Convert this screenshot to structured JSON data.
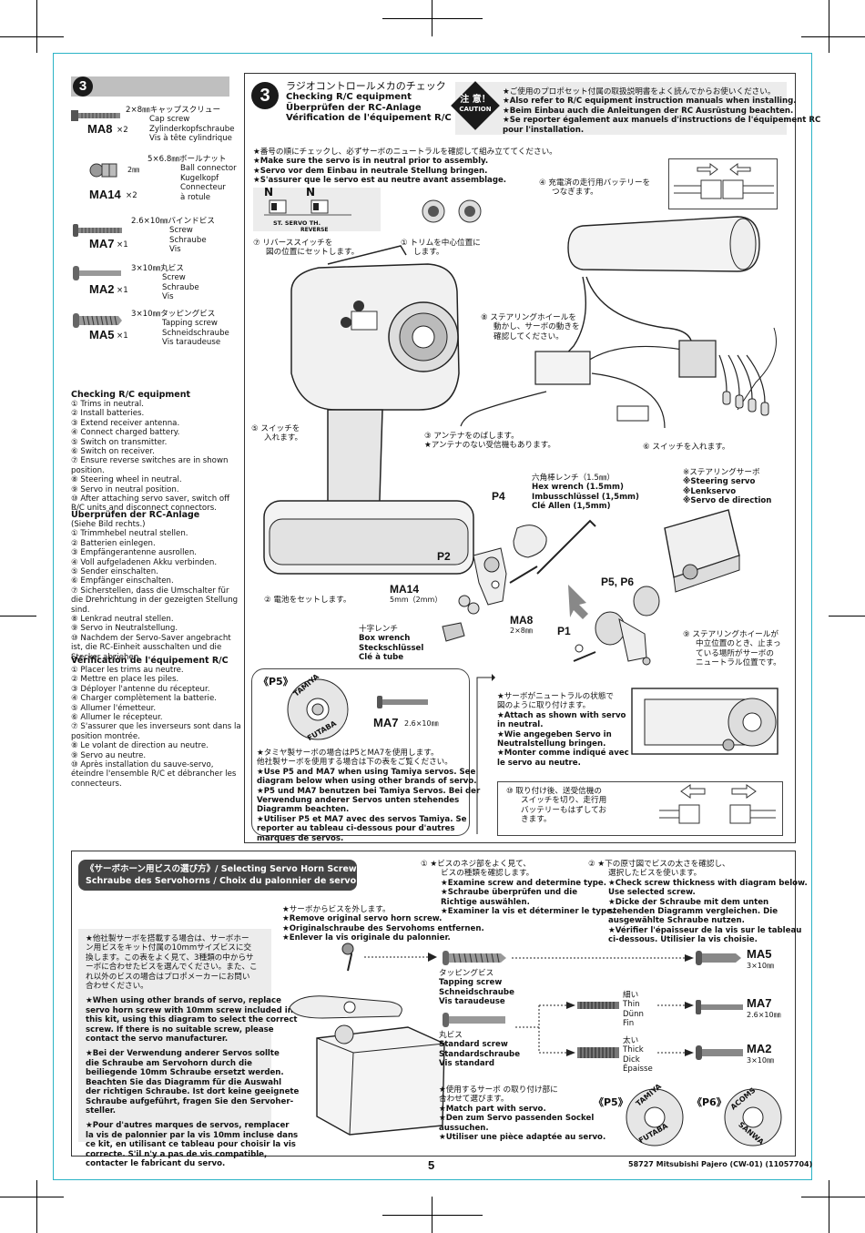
{
  "page_number": "5",
  "footer": "58727  Mitsubishi Pajero (CW-01) (11057704)",
  "step": {
    "number": "3"
  },
  "parts": [
    {
      "code": "MA8",
      "qty": "×2",
      "lines": [
        "2×8㎜キャップスクリュー",
        "Cap screw",
        "Zylinderkopfschraube",
        "Vis à tête cylindrique"
      ]
    },
    {
      "code": "MA14",
      "qty": "×2",
      "size": "2㎜",
      "lines": [
        "5×6.8㎜ボールナット",
        "Ball connector",
        "Kugelkopf",
        "Connecteur",
        "à rotule"
      ]
    },
    {
      "code": "MA7",
      "qty": "×1",
      "lines": [
        "2.6×10㎜バインドビス",
        "Screw",
        "Schraube",
        "Vis"
      ]
    },
    {
      "code": "MA2",
      "qty": "×1",
      "lines": [
        "3×10㎜丸ビス",
        "Screw",
        "Schraube",
        "Vis"
      ]
    },
    {
      "code": "MA5",
      "qty": "×1",
      "lines": [
        "3×10㎜タッピングビス",
        "Tapping screw",
        "Schneidschraube",
        "Vis taraudeuse"
      ]
    }
  ],
  "checklists": [
    {
      "title": "Checking R/C equipment",
      "items": [
        "① Trims in neutral.",
        "② Install batteries.",
        "③ Extend receiver antenna.",
        "④ Connect charged battery.",
        "⑤ Switch on transmitter.",
        "⑥ Switch on receiver.",
        "⑦ Ensure reverse switches are in shown",
        "position.",
        "⑧ Steering wheel in neutral.",
        "⑨ Servo in neutral position.",
        "⑩ After attaching servo saver, switch off",
        "R/C units and disconnect connectors."
      ]
    },
    {
      "title": "Überprüfen der RC-Anlage",
      "items": [
        "(Siehe Bild rechts.)",
        "① Trimmhebel neutral stellen.",
        "② Batterien einlegen.",
        "③ Empfängerantenne ausrollen.",
        "④ Voll aufgeladenen Akku verbinden.",
        "⑤ Sender einschalten.",
        "⑥ Empfänger einschalten.",
        "⑦ Sicherstellen, dass die Umschalter für",
        "die Drehrichtung in der gezeigten Stellung",
        "sind.",
        "⑧ Lenkrad neutral stellen.",
        "⑨ Servo in Neutralstellung.",
        "⑩ Nachdem der Servo-Saver angebracht",
        "ist, die RC-Einheit ausschalten und die",
        "Stecker abziehen."
      ]
    },
    {
      "title": "Vérification de l'équipement R/C",
      "items": [
        "① Placer les trims au neutre.",
        "② Mettre en place les piles.",
        "③ Déployer l'antenne du récepteur.",
        "④ Charger complètement la batterie.",
        "⑤ Allumer l'émetteur.",
        "⑥ Allumer le récepteur.",
        "⑦ S'assurer que les inverseurs sont dans la",
        "position montrée.",
        "⑧ Le volant de direction au neutre.",
        "⑨ Servo au neutre.",
        "⑩ Après installation du sauve-servo,",
        "éteindre l'ensemble R/C et débrancher les",
        "connecteurs."
      ]
    }
  ],
  "main_title": {
    "jp": "ラジオコントロールメカのチェック",
    "en": "Checking R/C equipment",
    "de": "Überprüfen der RC-Anlage",
    "fr": "Vérification de l'équipement R/C"
  },
  "caution": {
    "jp": "注 意！",
    "en": "CAUTION",
    "lines": [
      "★ご使用のプロポセット付属の取扱説明書をよく読んでからお使いください。",
      "★Also refer to R/C equipment instruction manuals when installing.",
      "★Beim Einbau auch die Anleitungen der RC Ausrüstung beachten.",
      "★Se reporter également aux manuels d'instructions de l'équipement RC",
      "pour l'installation."
    ]
  },
  "neutral_note": [
    "★番号の順にチェックし、必ずサーボのニュートラルを確認して組み立ててください。",
    "★Make sure the servo is in neutral prior to assembly.",
    "★Servo vor dem Einbau in neutrale Stellung bringen.",
    "★S'assurer que le servo est au neutre avant assemblage."
  ],
  "reverse_switch": {
    "n1": "N",
    "n2": "N",
    "labels": "ST.   SERVO   TH.",
    "sub": "REVERSE"
  },
  "callouts": {
    "c1": [
      "① トリムを中心位置に",
      "します。"
    ],
    "c2": [
      "② 電池をセットします。"
    ],
    "c3": [
      "③ アンテナをのばします。",
      "★アンテナのない受信機もあります。"
    ],
    "c4": [
      "④ 充電済の走行用バッテリーを",
      "つなぎます。"
    ],
    "c5": [
      "⑤ スイッチを",
      "入れます。"
    ],
    "c6": [
      "⑥ スイッチを入れます。"
    ],
    "c7": [
      "⑦ リバーススイッチを",
      "図の位置にセットします。"
    ],
    "c8": [
      "⑧ ステアリングホイールを",
      "動かし、サーボの動きを",
      "確認してください。"
    ],
    "c9": [
      "⑨ ステアリングホイールが",
      "中立位置のとき、止まっ",
      "ている場所がサーボの",
      "ニュートラル位置です。"
    ]
  },
  "hex_wrench": [
    "六角棒レンチ（1.5㎜）",
    "Hex wrench (1.5mm)",
    "Imbusschlüssel (1,5mm)",
    "Clé Allen (1,5mm)"
  ],
  "steering_servo": [
    "※ステアリングサーボ",
    "※Steering servo",
    "※Lenkservo",
    "※Servo de direction"
  ],
  "box_wrench": [
    "十字レンチ",
    "Box wrench",
    "Steckschlüssel",
    "Clé à tube"
  ],
  "diagram_labels": {
    "p4": "P4",
    "p2": "P2",
    "p1": "P1",
    "p56": "P5, P6",
    "ma14": "MA14",
    "ma14_size": "5mm（2mm）",
    "ma8": "MA8",
    "ma8_size": "2×8㎜"
  },
  "p5_box": {
    "title": "《P5》",
    "tamiya": "TAMIYA",
    "futaba": "FUTABA",
    "ma7": "MA7",
    "ma7_size": "2.6×10㎜",
    "lines": [
      "★タミヤ製サーボの場合はP5とMA7を使用します。",
      "他社製サーボを使用する場合は下の表をご覧ください。",
      "★Use P5 and MA7 when using Tamiya servos. See",
      "diagram below when using other brands of servo.",
      "★P5 und MA7 benutzen bei Tamiya Servos. Bei der",
      "Verwendung anderer Servos unten stehendes",
      "Diagramm beachten.",
      "★Utiliser P5 et MA7 avec des servos Tamiya. Se",
      "reporter au tableau ci-dessous pour d'autres",
      "marques de servos."
    ]
  },
  "attach_note": [
    "★サーボがニュートラルの状態で",
    "図のように取り付けます。",
    "★Attach as shown with servo",
    "in neutral.",
    "★Wie angegeben Servo in",
    "Neutralstellung bringen.",
    "★Monter comme indiqué avec",
    "le servo au neutre."
  ],
  "step10": [
    "⑩ 取り付け後、送受信機の",
    "スイッチを切り、走行用",
    "バッテリーもはずしてお",
    "きます。"
  ],
  "lower": {
    "banner": [
      "《サーボホーン用ビスの選び方》/ Selecting Servo Horn Screw",
      "Schraube des Servohorns  /  Choix du palonnier de servo"
    ],
    "left_text": [
      "★他社製サーボを搭載する場合は、サーボホー",
      "ン用ビスをキット付属の10mmサイズビスに交",
      "換します。この表をよく見て、3種類の中からサ",
      "ーボに合わせたビスを選んでください。また、こ",
      "れ以外のビスの場合はプロポメーカーにお問い",
      "合わせください。",
      "",
      "★When using other brands of servo, replace",
      "servo horn screw with 10mm screw included in",
      "this kit, using this diagram to select the correct",
      "screw. If there is no suitable screw, please",
      "contact the servo manufacturer.",
      "",
      "★Bei der Verwendung anderer Servos sollte",
      "die Schraube am Servohorn durch die",
      "beiliegende 10mm Schraube ersetzt werden.",
      "Beachten Sie das Diagramm für die Auswahl",
      "der richtigen Schraube. Ist dort keine geeignete",
      "Schraube aufgeführt, fragen Sie den Servoher-",
      "steller.",
      "",
      "★Pour d'autres marques de servos, remplacer",
      "la vis de palonnier par la vis 10mm incluse dans",
      "ce kit, en utilisant ce tableau pour choisir la vis",
      "correcte. S'il n'y a pas de vis compatible,",
      "contacter le fabricant du servo."
    ],
    "remove": [
      "★サーボからビスを外します。",
      "★Remove original servo horn screw.",
      "★Originalschraube des Servohoms entfernen.",
      "★Enlever la vis originale du palonnier."
    ],
    "step1": [
      "① ★ビスのネジ部をよく見て、",
      "ビスの種類を確認します。",
      "★Examine screw and determine type.",
      "★Schraube überprüfen und die",
      "Richtige auswählen.",
      "★Examiner la vis et déterminer le type."
    ],
    "step2": [
      "② ★下の原寸図でビスの太さを確認し、",
      "選択したビスを使います。",
      "★Check screw thickness with diagram below.",
      "Use selected screw.",
      "★Dicke der Schraube mit dem unten",
      "stehenden Diagramm vergleichen. Die",
      "ausgewählte Schraube nutzen.",
      "★Vérifier l'épaisseur de la vis sur le tableau",
      "ci-dessous. Utilisier la vis choisie."
    ],
    "tapping": [
      "タッピングビス",
      "Tapping screw",
      "Schneidschraube",
      "Vis taraudeuse"
    ],
    "standard": [
      "丸ビス",
      "Standard screw",
      "Standardschraube",
      "Vis standard"
    ],
    "thin": [
      "細い",
      "Thin",
      "Dünn",
      "Fin"
    ],
    "thick": [
      "太い",
      "Thick",
      "Dick",
      "Épaisse"
    ],
    "results": [
      {
        "code": "MA5",
        "size": "3×10㎜"
      },
      {
        "code": "MA7",
        "size": "2.6×10㎜"
      },
      {
        "code": "MA2",
        "size": "3×10㎜"
      }
    ],
    "match": [
      "★使用するサーボ の取り付け部に",
      "合わせて選びます。",
      "★Match part with servo.",
      "★Den zum Servo passenden Sockel",
      "aussuchen.",
      "★Utiliser une pièce adaptée au servo."
    ],
    "p5": "《P5》",
    "p6": "《P6》",
    "tamiya": "TAMIYA",
    "futaba": "FUTABA",
    "acoms": "ACOMS",
    "sanwa": "SANWA"
  },
  "colors": {
    "frame": "#2bb3c6",
    "step_bar": "#bfbfbf",
    "banner": "#444444",
    "gray_box": "#ececec"
  }
}
